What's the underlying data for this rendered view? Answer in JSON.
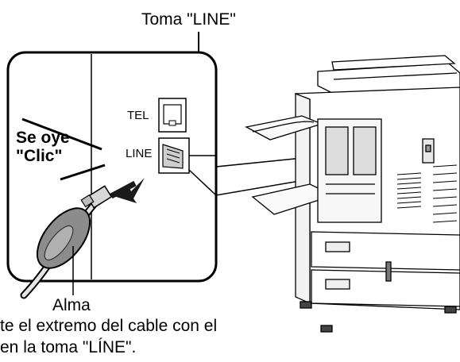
{
  "callouts": {
    "line_jack": "Toma \"LINE\"",
    "core": "Alma",
    "click_line1": "Se oye",
    "click_line2": "\"Clic\""
  },
  "jack_labels": {
    "tel": "TEL",
    "line": "LINE"
  },
  "instruction": {
    "line1": "te el extremo del cable con el",
    "line2": "en la toma \"LÍNE\"."
  }
}
